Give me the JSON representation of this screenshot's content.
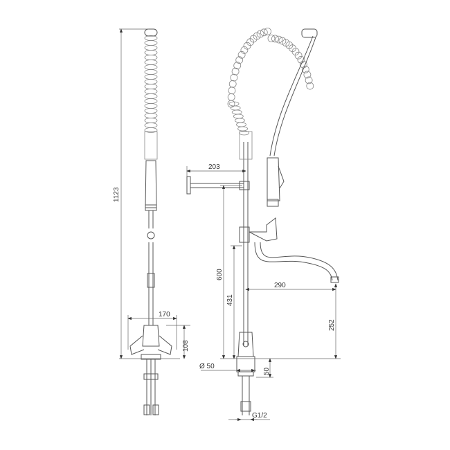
{
  "dimensions": {
    "total_height": "1123",
    "handle_width": "170",
    "handle_height": "108",
    "wall_arm": "203",
    "arm_height": "600",
    "mixer_height": "431",
    "spout_reach": "290",
    "spout_height": "252",
    "base_diameter": "Ø 50",
    "base_height": "50",
    "thread": "G1/2"
  },
  "colors": {
    "line": "#555555",
    "background": "#ffffff"
  }
}
